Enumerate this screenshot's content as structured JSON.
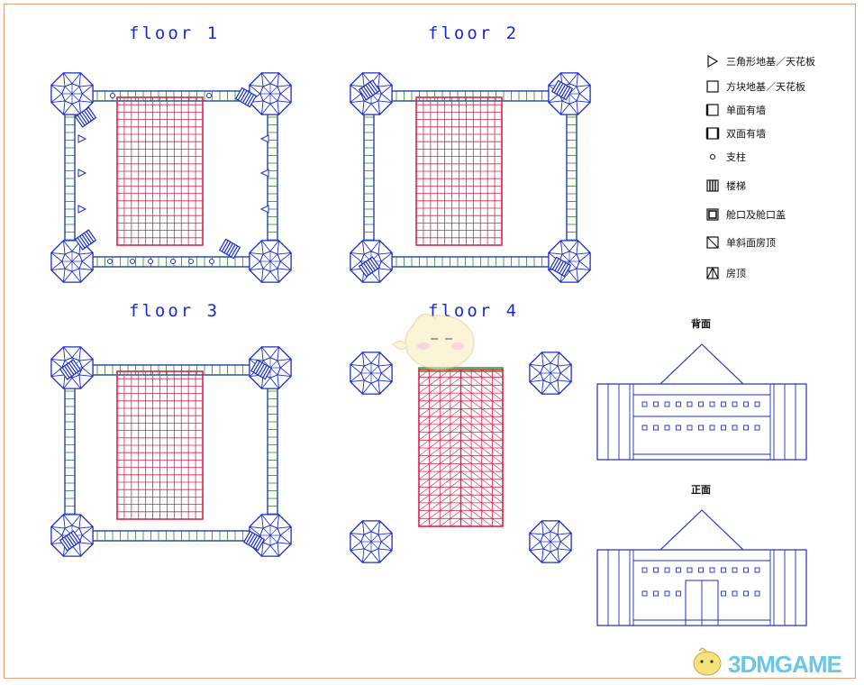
{
  "floors": [
    {
      "label": "floor 1"
    },
    {
      "label": "floor 2"
    },
    {
      "label": "floor 3"
    },
    {
      "label": "floor 4"
    }
  ],
  "legend": [
    {
      "icon": "triangle-icon",
      "label": "三角形地基／天花板"
    },
    {
      "icon": "square-icon",
      "label": "方块地基／天花板"
    },
    {
      "icon": "single-wall-icon",
      "label": "单面有墙"
    },
    {
      "icon": "double-wall-icon",
      "label": "双面有墙"
    },
    {
      "icon": "pillar-icon",
      "label": "支柱"
    },
    {
      "icon": "stairs-icon",
      "label": "楼梯"
    },
    {
      "icon": "hatch-icon",
      "label": "舱口及舱口盖"
    },
    {
      "icon": "slope-roof-icon",
      "label": "单斜面房顶"
    },
    {
      "icon": "roof-icon",
      "label": "房顶"
    }
  ],
  "elevations": {
    "back": "背面",
    "front": "正面"
  },
  "watermark": "3DMGAME",
  "colors": {
    "wall": "#1a2dc8",
    "corridor": "#2a8a2a",
    "floor_grid": "#e0204a",
    "frame": "#e8a070"
  }
}
